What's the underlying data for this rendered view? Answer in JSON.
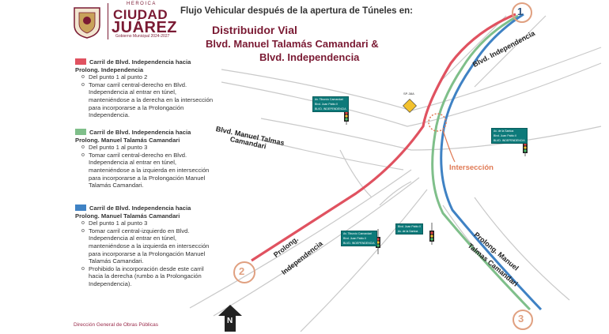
{
  "logo": {
    "heroica": "HEROICA",
    "ciudad": "CIUDAD",
    "juarez": "JUÁREZ",
    "gobierno": "Gobierno Municipal 2024-2027"
  },
  "header": {
    "title": "Flujo Vehicular después de la apertura de Túneles en:",
    "subtitle_line1": "Distribuidor Vial",
    "subtitle_line2": "Blvd. Manuel Talamás Camandari &",
    "subtitle_line3": "Blvd. Independencia"
  },
  "legend": {
    "colors": {
      "red": "#e05260",
      "green": "#7fbf8a",
      "blue": "#3f82c4"
    },
    "sections": [
      {
        "color": "red",
        "title_a": "Carril de Blvd. Independencia hacia",
        "title_b": "Prolong. Independencia",
        "items": [
          "Del punto 1 al punto 2",
          "Tomar carril central-derecho en Blvd. Independencia al entrar en túnel, manteniéndose a la derecha en la intersección para incorporarse a la Prolongación Independencia."
        ]
      },
      {
        "color": "green",
        "title_a": "Carril de Blvd. Independencia hacia",
        "title_b": "Prolong. Manuel Talamás Camandari",
        "items": [
          "Del punto 1 al punto 3",
          "Tomar carril central-derecho en Blvd. Independencia al entrar en túnel, manteniéndose a la izquierda en intersección para incorporarse a la Prolongación Manuel Talamás Camandari."
        ]
      },
      {
        "color": "blue",
        "title_a": "Carril de Blvd. Independencia hacia",
        "title_b": "Prolong. Manuel Talamás Camandari",
        "items": [
          "Del punto 1 al punto 3",
          "Tomar carril central-izquierdo en Blvd. Independencia al entrar en túnel, manteniéndose a la izquierda en intersección para incorporarse a la Prolongación Manuel Talamás Camandari.",
          "Prohibido la incorporación desde este carril hacia la derecha (rumbo a la Prolongación Independencia)."
        ]
      }
    ]
  },
  "map": {
    "road_labels": {
      "blvd_independencia": "Blvd. Independencia",
      "talamas_line1": "Blvd. Manuel Talmas",
      "talamas_line2": "Camandari",
      "prolong_indep_line1": "Prolong.",
      "prolong_indep_line2": "Independencia",
      "prolong_manuel_line1": "Prolong. Manuel",
      "prolong_manuel_line2": "Talmas Camandari"
    },
    "intersection_label": "Intersección",
    "points": [
      "1",
      "2",
      "3"
    ],
    "north": "N",
    "warning_sign": "SP-38A",
    "signs": {
      "a": [
        "Av. Tiburcio Camandari",
        "Blvd. Juan Pablo II",
        "BLVD. INDEPENDENCIA"
      ],
      "b": [
        "Av. de la Santoa",
        "Blvd. Juan Pablo II",
        "BLVD. INDEPENDENCIA"
      ],
      "c": [
        "Av. Tiburcio Camandari",
        "Blvd. Juan Pablo II",
        "BLVD. INDEPENDENCIA"
      ],
      "d": [
        "Blvd. Juan Pablo II",
        "Av. de la Santoa"
      ]
    }
  },
  "footer": "Dirección General de Obras Públicas"
}
